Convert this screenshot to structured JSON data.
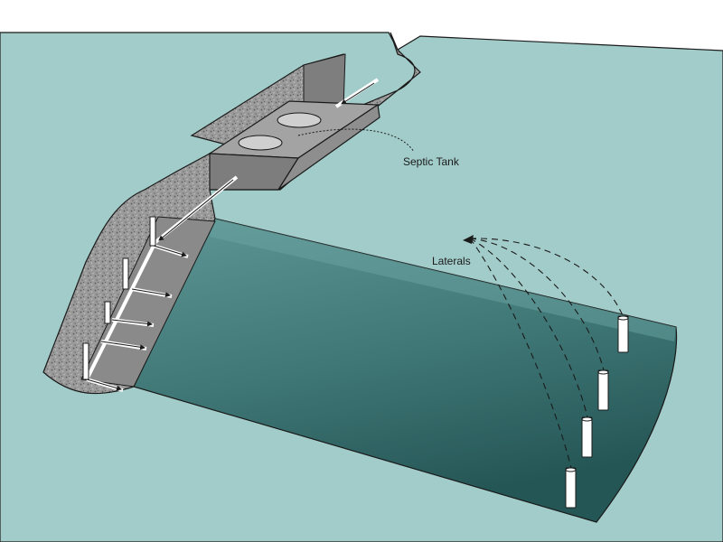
{
  "diagram": {
    "labels": {
      "septic_tank": "Septic Tank",
      "laterals": "Laterals"
    },
    "colors": {
      "sky": "#ffffff",
      "ground": "#a2ccc9",
      "mound_dark": "#2f6464",
      "mound_light": "#5a9190",
      "gravel": "#8f8f8f",
      "tank": "#8c8c8c",
      "pipe": "#ffffff",
      "outline": "#1a1a1a"
    },
    "lateral_count": 4
  }
}
